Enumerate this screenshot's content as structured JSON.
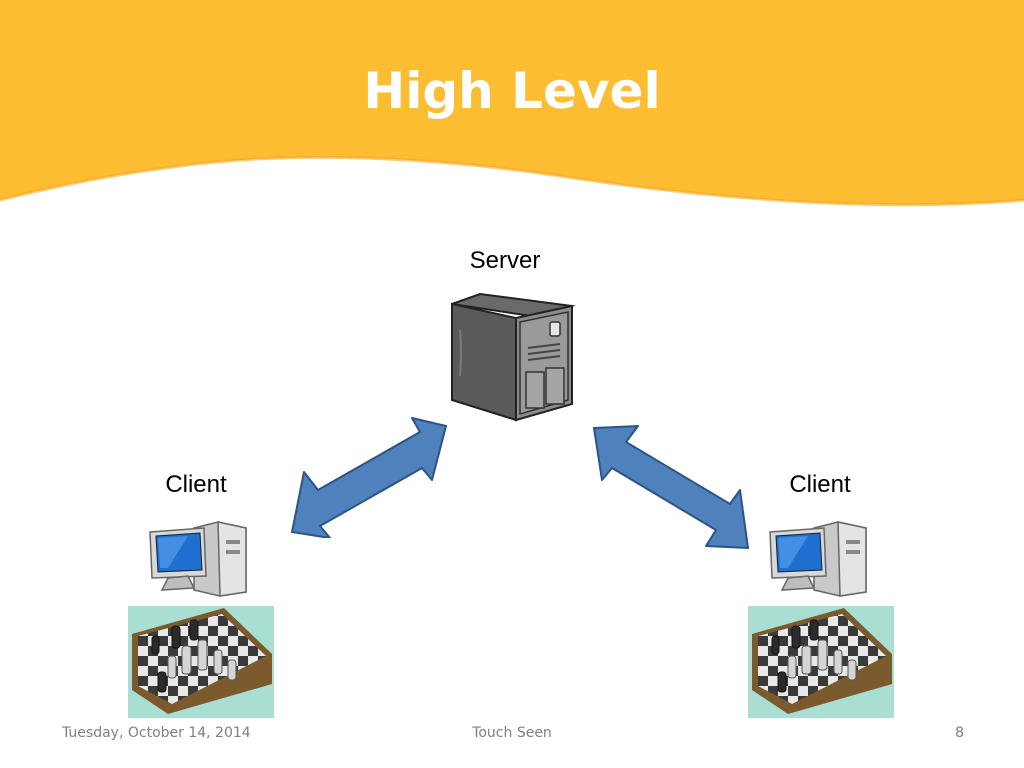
{
  "slide": {
    "title": "High Level",
    "colors": {
      "banner": "#fdbd33",
      "banner_edge": "#f5a623",
      "arrow_fill": "#4f81bd",
      "arrow_stroke": "#2c5485",
      "footer_text": "#7f7f7f"
    }
  },
  "diagram": {
    "server": {
      "label": "Server",
      "icon": "server-tower-icon"
    },
    "clients": [
      {
        "label": "Client",
        "icon": "desktop-computer-icon",
        "image": "chessboard-image"
      },
      {
        "label": "Client",
        "icon": "desktop-computer-icon",
        "image": "chessboard-image"
      }
    ],
    "connections": [
      {
        "from": "server",
        "to": "client-left",
        "style": "double-headed-arrow"
      },
      {
        "from": "server",
        "to": "client-right",
        "style": "double-headed-arrow"
      }
    ]
  },
  "footer": {
    "date": "Tuesday, October 14, 2014",
    "center": "Touch Seen",
    "page_number": "8"
  }
}
